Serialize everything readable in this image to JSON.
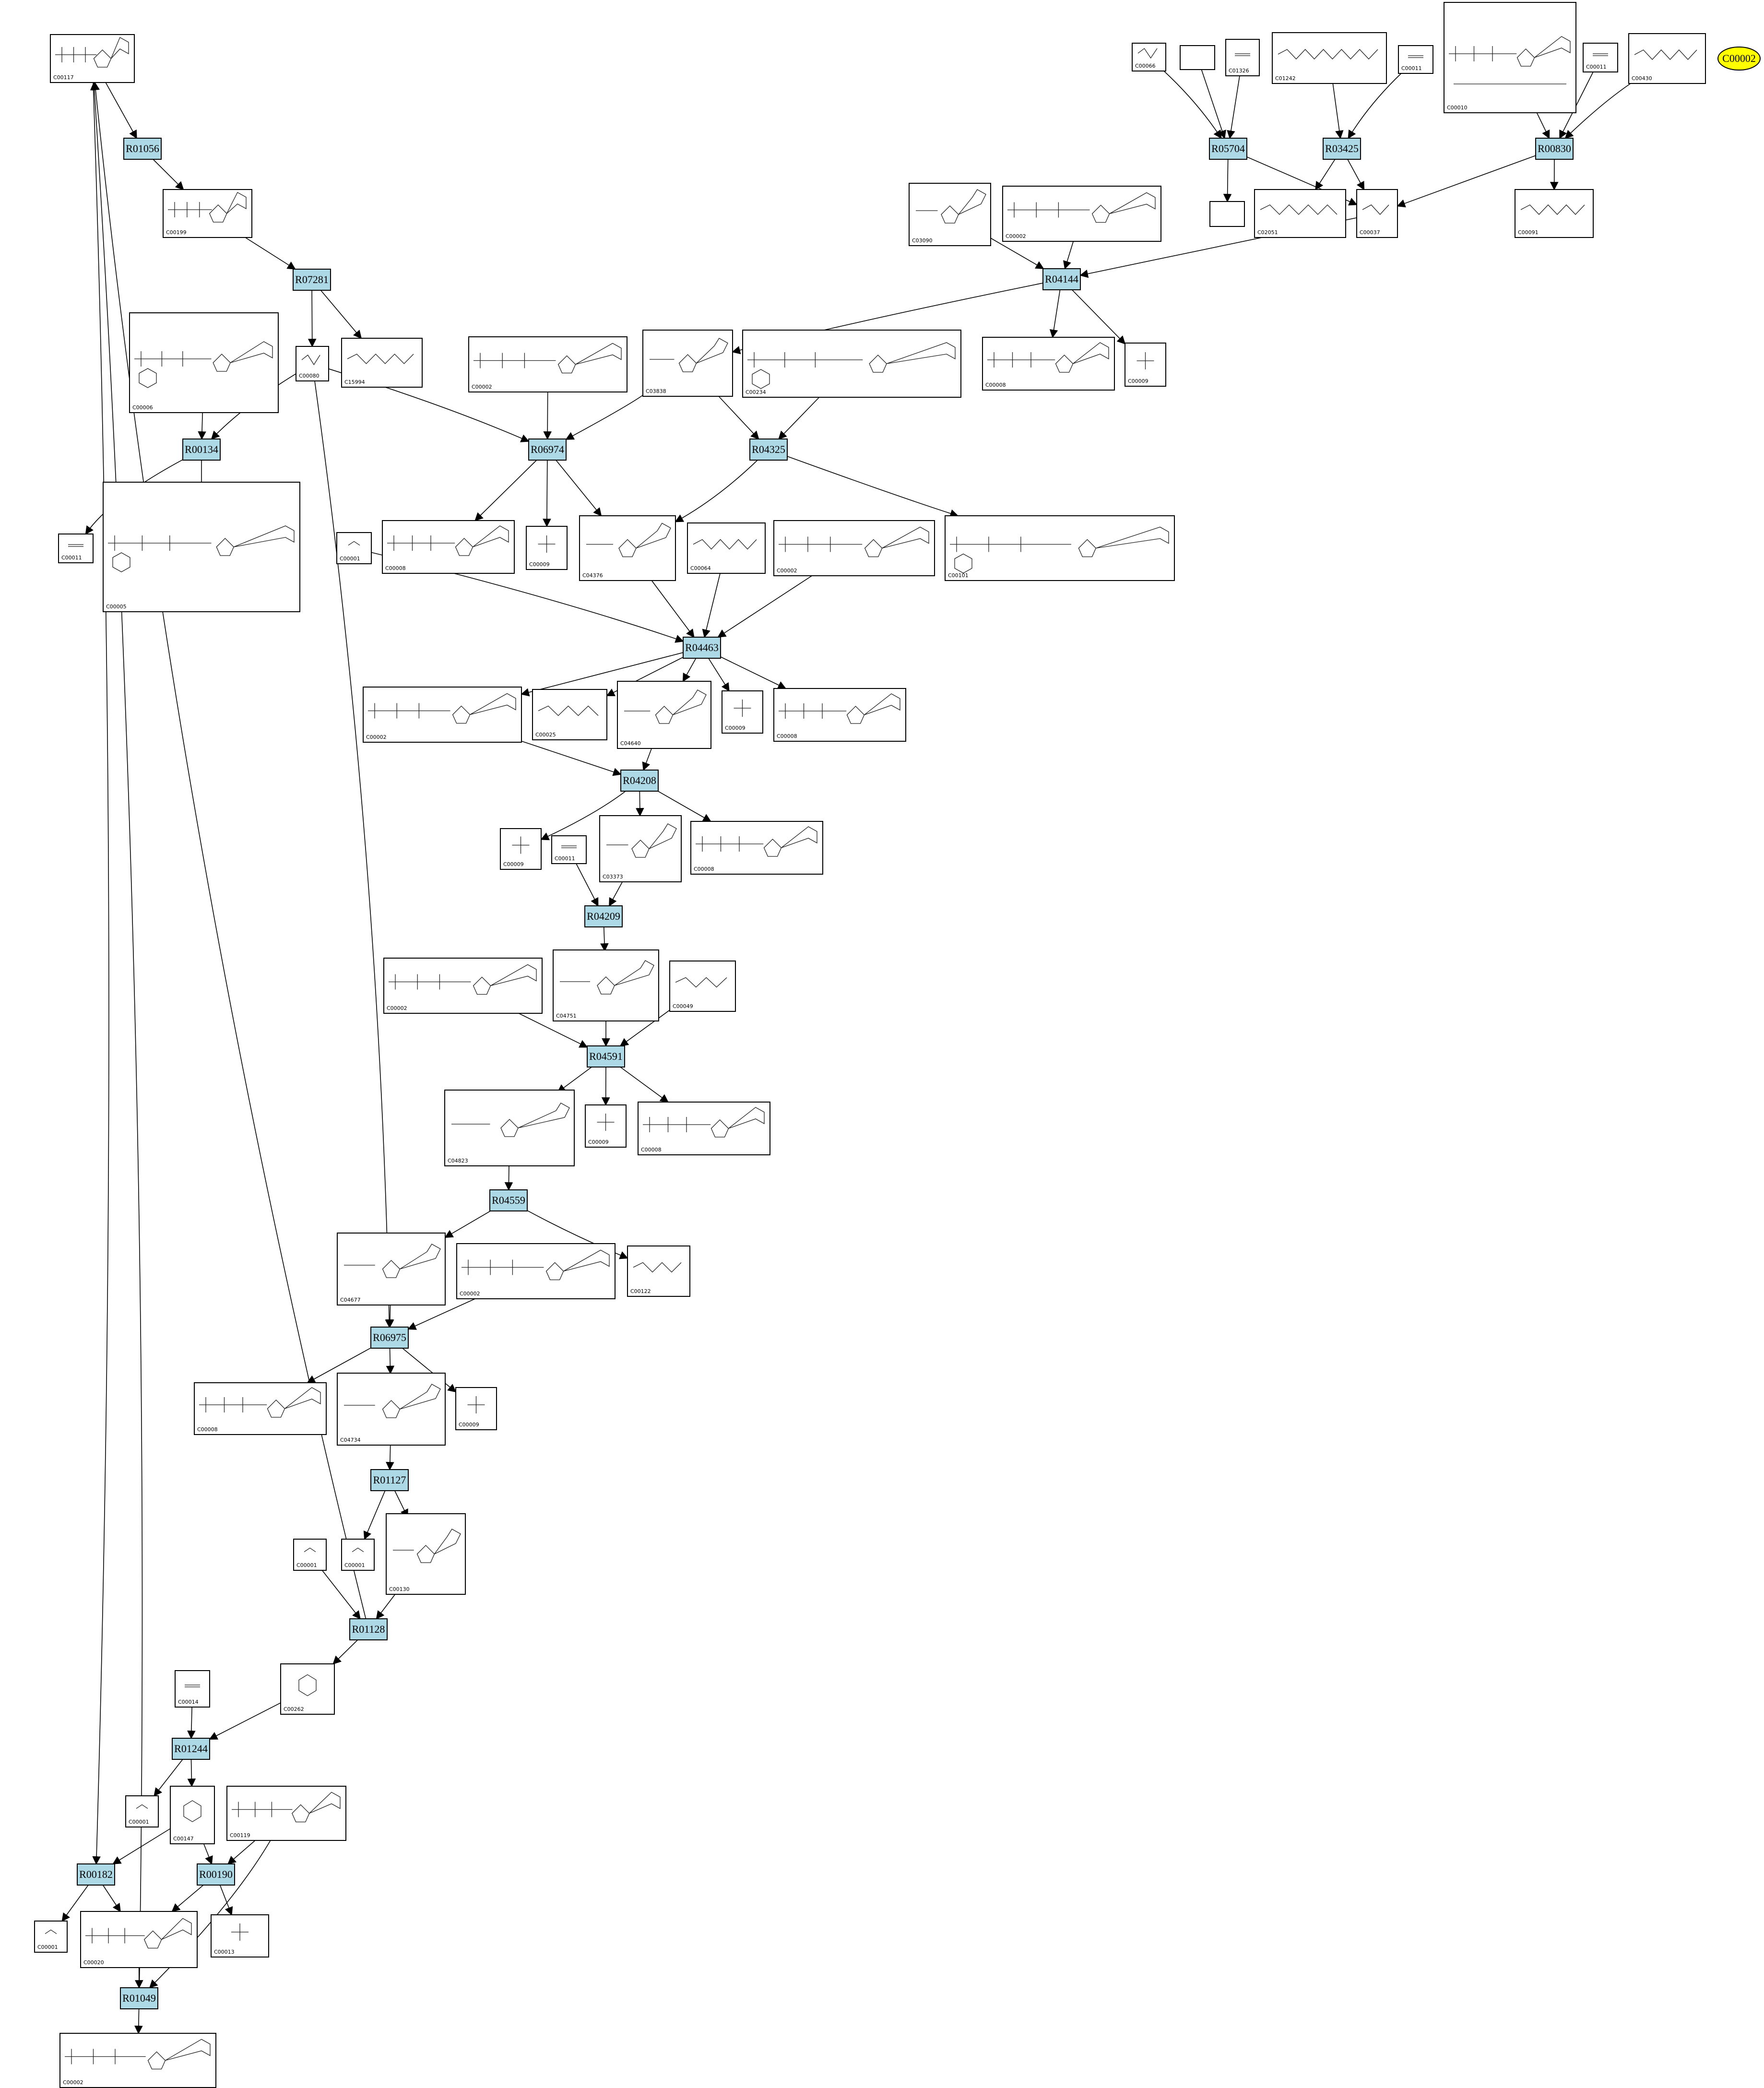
{
  "colors": {
    "reaction_fill": "#add8e6",
    "highlight_fill": "#ffff00",
    "line": "#000000"
  },
  "highlight": {
    "label": "C00002"
  },
  "reactions": [
    "R01056",
    "R07281",
    "R00134",
    "R06974",
    "R04325",
    "R04463",
    "R04208",
    "R04209",
    "R04591",
    "R04559",
    "R06975",
    "R01127",
    "R01128",
    "R01244",
    "R00182",
    "R00190",
    "R01049",
    "R05704",
    "R03425",
    "R00830",
    "R04144"
  ],
  "compounds": [
    "C00117",
    "C00199",
    "C00006",
    "C00005",
    "C00011",
    "C00066",
    "C00002",
    "C03090",
    "C00001",
    "C01326",
    "C01242",
    "C00010",
    "C00430",
    "C00037",
    "C02051",
    "C00091",
    "C00008",
    "C00009",
    "C03838",
    "C00234",
    "C00101",
    "C04376",
    "C00064",
    "C00025",
    "C04640",
    "C03373",
    "C04751",
    "C00049",
    "C04823",
    "C04677",
    "C00122",
    "C04734",
    "C00130",
    "C00262",
    "C00014",
    "C00147",
    "C00020",
    "C00119",
    "C00013"
  ],
  "nodes": {
    "C00117a": {
      "label": "C00117",
      "struct": "C00117"
    },
    "C00199": {
      "label": "C00199",
      "struct": "C00199"
    },
    "C00006": {
      "label": "C00006",
      "struct": "nad"
    },
    "C00005": {
      "label": "C00005",
      "struct": "nadph"
    },
    "C00011a": {
      "label": "C00011",
      "struct": "co2"
    },
    "C00066": {
      "label": "C00066",
      "struct": "small"
    },
    "C01326": {
      "label": "C01326",
      "struct": "hcn"
    },
    "C01242": {
      "label": "C01242",
      "struct": "chain"
    },
    "C00011b": {
      "label": "C00011",
      "struct": "co2"
    },
    "C00010": {
      "label": "C00010",
      "struct": "coa"
    },
    "C00011c": {
      "label": "C00011",
      "struct": "co2"
    },
    "C00430": {
      "label": "C00430",
      "struct": "chain"
    },
    "blank1": {
      "label": "",
      "struct": "none"
    },
    "blank2": {
      "label": "",
      "struct": "none"
    },
    "C02051": {
      "label": "C02051",
      "struct": "chain"
    },
    "C00037": {
      "label": "C00037",
      "struct": "small"
    },
    "C00091": {
      "label": "C00091",
      "struct": "chain"
    },
    "C03090": {
      "label": "C03090",
      "struct": "ribose"
    },
    "C00002a": {
      "label": "C00002",
      "struct": "atp"
    },
    "C00008a": {
      "label": "C00008",
      "struct": "adp"
    },
    "C00009a": {
      "label": "C00009",
      "struct": "pi"
    },
    "C00080": {
      "label": "C00080",
      "struct": "small"
    },
    "C15994": {
      "label": "C15994",
      "struct": "chain"
    },
    "C00002b": {
      "label": "C00002",
      "struct": "atp"
    },
    "C03838": {
      "label": "C03838",
      "struct": "ribose"
    },
    "C00234": {
      "label": "C00234",
      "struct": "folate"
    },
    "C00011d": {
      "label": "C00011",
      "struct": "co2"
    },
    "C00001a": {
      "label": "C00001",
      "struct": "water"
    },
    "C00008b": {
      "label": "C00008",
      "struct": "adp"
    },
    "C00009b": {
      "label": "C00009",
      "struct": "pi"
    },
    "C04376": {
      "label": "C04376",
      "struct": "ribose"
    },
    "C00064": {
      "label": "C00064",
      "struct": "chain"
    },
    "C00002c": {
      "label": "C00002",
      "struct": "atp"
    },
    "C00101": {
      "label": "C00101",
      "struct": "folate"
    },
    "C00002d": {
      "label": "C00002",
      "struct": "atp"
    },
    "C00025": {
      "label": "C00025",
      "struct": "chain"
    },
    "C04640": {
      "label": "C04640",
      "struct": "ribose"
    },
    "C00009c": {
      "label": "C00009",
      "struct": "pi"
    },
    "C00008c": {
      "label": "C00008",
      "struct": "adp"
    },
    "C00009d": {
      "label": "C00009",
      "struct": "pi"
    },
    "C00011e": {
      "label": "C00011",
      "struct": "co2"
    },
    "C03373": {
      "label": "C03373",
      "struct": "ribose"
    },
    "C00008d": {
      "label": "C00008",
      "struct": "adp"
    },
    "C00002e": {
      "label": "C00002",
      "struct": "atp"
    },
    "C04751": {
      "label": "C04751",
      "struct": "ribose"
    },
    "C00049": {
      "label": "C00049",
      "struct": "chain"
    },
    "C04823": {
      "label": "C04823",
      "struct": "ribose"
    },
    "C00009e": {
      "label": "C00009",
      "struct": "pi"
    },
    "C00008e": {
      "label": "C00008",
      "struct": "adp"
    },
    "C04677": {
      "label": "C04677",
      "struct": "ribose"
    },
    "C00002f": {
      "label": "C00002",
      "struct": "atp"
    },
    "C00122": {
      "label": "C00122",
      "struct": "chain"
    },
    "C00008f": {
      "label": "C00008",
      "struct": "adp"
    },
    "C04734": {
      "label": "C04734",
      "struct": "ribose"
    },
    "C00009f": {
      "label": "C00009",
      "struct": "pi"
    },
    "C00001b": {
      "label": "C00001",
      "struct": "water"
    },
    "C00001c": {
      "label": "C00001",
      "struct": "water"
    },
    "C00130": {
      "label": "C00130",
      "struct": "ribose"
    },
    "C00262": {
      "label": "C00262",
      "struct": "ring"
    },
    "C00014": {
      "label": "C00014",
      "struct": "nh3"
    },
    "C00001d": {
      "label": "C00001",
      "struct": "water"
    },
    "C00147": {
      "label": "C00147",
      "struct": "ring"
    },
    "C00119": {
      "label": "C00119",
      "struct": "atp"
    },
    "C00001e": {
      "label": "C00001",
      "struct": "water"
    },
    "C00020": {
      "label": "C00020",
      "struct": "atp"
    },
    "C00013": {
      "label": "C00013",
      "struct": "pi"
    },
    "C00002g": {
      "label": "C00002",
      "struct": "atp"
    }
  }
}
